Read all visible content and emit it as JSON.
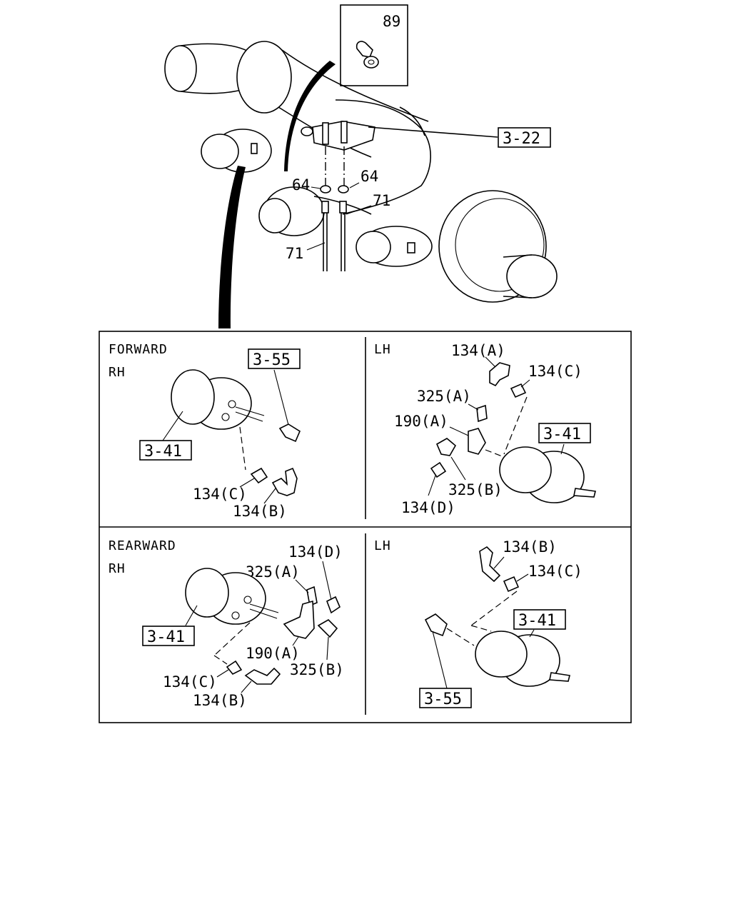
{
  "top_view": {
    "callout_89": "89",
    "ref_3_22": "3-22",
    "label_64_left": "64",
    "label_64_right": "64",
    "label_71_upper": "71",
    "label_71_lower": "71"
  },
  "panels": {
    "forward_rh": {
      "heading_line1": "FORWARD",
      "heading_line2": "RH",
      "ref_3_55": "3-55",
      "ref_3_41": "3-41",
      "label_134c": "134(C)",
      "label_134b": "134(B)"
    },
    "forward_lh": {
      "heading": "LH",
      "label_134a": "134(A)",
      "label_134c": "134(C)",
      "label_325a": "325(A)",
      "label_190a": "190(A)",
      "ref_3_41": "3-41",
      "label_325b": "325(B)",
      "label_134d": "134(D)"
    },
    "rearward_rh": {
      "heading_line1": "REARWARD",
      "heading_line2": "RH",
      "label_134d": "134(D)",
      "label_325a": "325(A)",
      "ref_3_41": "3-41",
      "label_190a": "190(A)",
      "label_325b": "325(B)",
      "label_134c": "134(C)",
      "label_134b": "134(B)"
    },
    "rearward_lh": {
      "heading": "LH",
      "label_134b": "134(B)",
      "label_134c": "134(C)",
      "ref_3_41": "3-41",
      "ref_3_55": "3-55"
    }
  }
}
